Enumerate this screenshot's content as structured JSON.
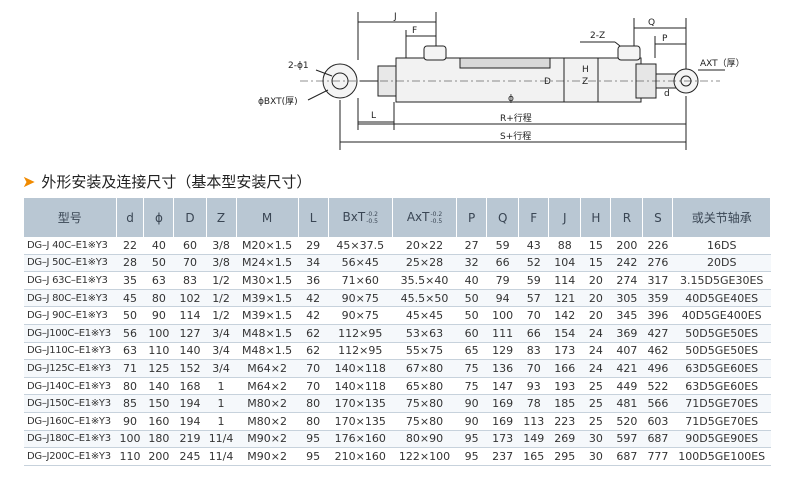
{
  "drawing": {
    "labels": {
      "J": "J",
      "F": "F",
      "two_z": "2-Z",
      "Q": "Q",
      "P": "P",
      "two_phi1": "2-ϕ1",
      "phi_bxt": "ϕBXT(厚)",
      "axt": "AXT（厚）",
      "L": "L",
      "D": "D",
      "phi": "ϕ",
      "d": "d",
      "H": "H",
      "Z": "Z",
      "r_stroke": "R+行程",
      "s_stroke": "S+行程"
    }
  },
  "section_title": "外形安装及连接尺寸（基本型安装尺寸）",
  "table": {
    "headers": [
      "型号",
      "d",
      "ϕ",
      "D",
      "Z",
      "M",
      "L",
      "BxT",
      "AxT",
      "P",
      "Q",
      "F",
      "J",
      "H",
      "R",
      "S",
      "或关节轴承"
    ],
    "tolerance_sup": "-0.2",
    "tolerance_sub": "-0.5",
    "rows": [
      [
        "DG–J 40C–E1※Y3",
        "22",
        "40",
        "60",
        "3/8",
        "M20×1.5",
        "29",
        "45×37.5",
        "20×22",
        "27",
        "59",
        "43",
        "88",
        "15",
        "200",
        "226",
        "16DS"
      ],
      [
        "DG–J 50C–E1※Y3",
        "28",
        "50",
        "70",
        "3/8",
        "M24×1.5",
        "34",
        "56×45",
        "25×28",
        "32",
        "66",
        "52",
        "104",
        "15",
        "242",
        "276",
        "20DS"
      ],
      [
        "DG–J 63C–E1※Y3",
        "35",
        "63",
        "83",
        "1/2",
        "M30×1.5",
        "36",
        "71×60",
        "35.5×40",
        "40",
        "79",
        "59",
        "114",
        "20",
        "274",
        "317",
        "3.15D5GE30ES"
      ],
      [
        "DG–J 80C–E1※Y3",
        "45",
        "80",
        "102",
        "1/2",
        "M39×1.5",
        "42",
        "90×75",
        "45.5×50",
        "50",
        "94",
        "57",
        "121",
        "20",
        "305",
        "359",
        "40D5GE40ES"
      ],
      [
        "DG–J 90C–E1※Y3",
        "50",
        "90",
        "114",
        "1/2",
        "M39×1.5",
        "42",
        "90×75",
        "45×45",
        "50",
        "100",
        "70",
        "142",
        "20",
        "345",
        "396",
        "40D5GE400ES"
      ],
      [
        "DG–J100C–E1※Y3",
        "56",
        "100",
        "127",
        "3/4",
        "M48×1.5",
        "62",
        "112×95",
        "53×63",
        "60",
        "111",
        "66",
        "154",
        "24",
        "369",
        "427",
        "50D5GE50ES"
      ],
      [
        "DG–J110C–E1※Y3",
        "63",
        "110",
        "140",
        "3/4",
        "M48×1.5",
        "62",
        "112×95",
        "55×75",
        "65",
        "129",
        "83",
        "173",
        "24",
        "407",
        "462",
        "50D5GE50ES"
      ],
      [
        "DG–J125C–E1※Y3",
        "71",
        "125",
        "152",
        "3/4",
        "M64×2",
        "70",
        "140×118",
        "67×80",
        "75",
        "136",
        "70",
        "166",
        "24",
        "421",
        "496",
        "63D5GE60ES"
      ],
      [
        "DG–J140C–E1※Y3",
        "80",
        "140",
        "168",
        "1",
        "M64×2",
        "70",
        "140×118",
        "65×80",
        "75",
        "147",
        "93",
        "193",
        "25",
        "449",
        "522",
        "63D5GE60ES"
      ],
      [
        "DG–J150C–E1※Y3",
        "85",
        "150",
        "194",
        "1",
        "M80×2",
        "80",
        "170×135",
        "75×80",
        "90",
        "169",
        "78",
        "185",
        "25",
        "481",
        "566",
        "71D5GE70ES"
      ],
      [
        "DG–J160C–E1※Y3",
        "90",
        "160",
        "194",
        "1",
        "M80×2",
        "80",
        "170×135",
        "75×80",
        "90",
        "169",
        "113",
        "223",
        "25",
        "520",
        "603",
        "71D5GE70ES"
      ],
      [
        "DG–J180C–E1※Y3",
        "100",
        "180",
        "219",
        "11/4",
        "M90×2",
        "95",
        "176×160",
        "80×90",
        "95",
        "173",
        "149",
        "269",
        "30",
        "597",
        "687",
        "90D5GE90ES"
      ],
      [
        "DG–J200C–E1※Y3",
        "110",
        "200",
        "245",
        "11/4",
        "M90×2",
        "95",
        "210×160",
        "122×100",
        "95",
        "237",
        "165",
        "295",
        "30",
        "687",
        "777",
        "100D5GE100ES"
      ]
    ]
  },
  "colors": {
    "accent_arrow": "#f08a00",
    "header_bg": "#b9c7d3",
    "header_text": "#3a4654",
    "row_line": "#c7d2dc"
  }
}
